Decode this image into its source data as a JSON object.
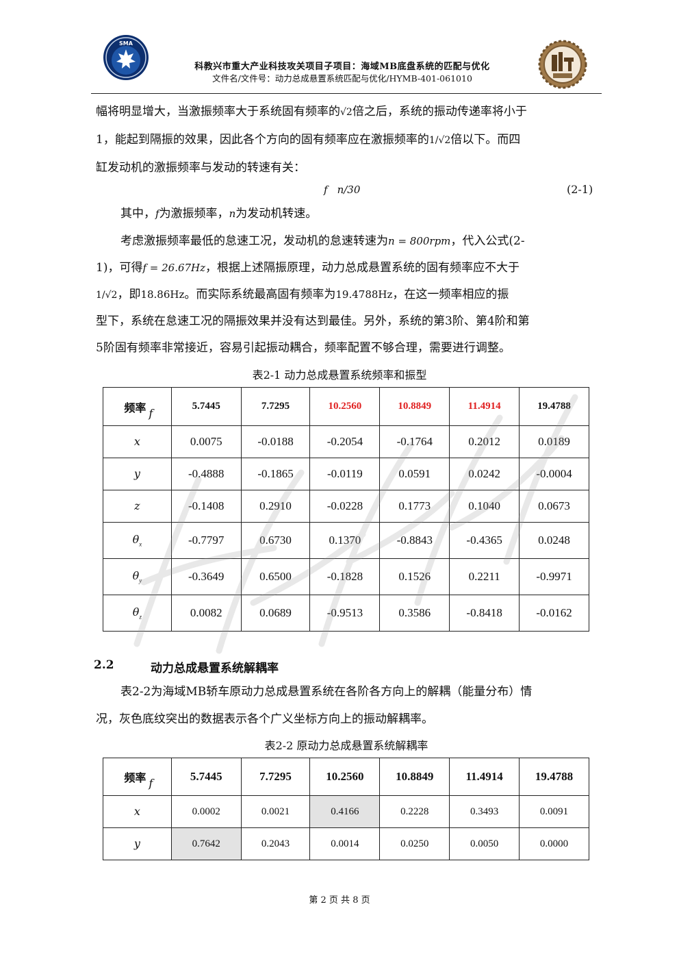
{
  "header": {
    "left_logo_letters": "SMA",
    "line1": "科教兴市重大产业科技攻关项目子项目：海域MB底盘系统的匹配与优化",
    "line2": "文件名/文件号：动力总成悬置系统匹配与优化/HYMB-401-061010"
  },
  "body": {
    "p1_a": "幅将明显增大，当激振频率大于系统固有频率的",
    "p1_sqrt2": "√2",
    "p1_b": "倍之后，系统的振动传递率将小于",
    "p2_a": "1，能起到隔振的效果，因此各个方向的固有频率应在激振频率的",
    "p2_frac": "1/√2",
    "p2_b": "倍以下。而四",
    "p3": "缸发动机的激振频率与发动的转速有关：",
    "eq_f": "f",
    "eq_rhs": "n/30",
    "eq_no": "(2-1)",
    "p4_a": "其中，",
    "p4_f": "f",
    "p4_b": "为激振频率，",
    "p4_n": "n",
    "p4_c": "为发动机转速。",
    "p5_a": "考虑激振频率最低的怠速工况，发动机的怠速转速为",
    "p5_n": "n",
    "p5_eq": " = 800rpm",
    "p5_b": "，代入公式(2-",
    "p6_a": "1)，可得",
    "p6_f": "f",
    "p6_eq": " = 26.67Hz",
    "p6_b": "，根据上述隔振原理，动力总成悬置系统的固有频率应不大于",
    "p7_frac": "1/√2",
    "p7_a": "，即",
    "p7_v1": "18.86Hz",
    "p7_b": "。而实际系统最高固有频率为",
    "p7_v2": "19.4788Hz",
    "p7_c": "，在这一频率相应的振",
    "p8": "型下，系统在怠速工况的隔振效果并没有达到最佳。另外，系统的第3阶、第4阶和第",
    "p9": "5阶固有频率非常接近，容易引起振动耦合，频率配置不够合理，需要进行调整。",
    "table1_caption": "表2-1 动力总成悬置系统频率和振型",
    "section_num": "2.2",
    "section_title": "动力总成悬置系统解耦率",
    "p10": "表2-2为海域MB轿车原动力总成悬置系统在各阶各方向上的解耦（能量分布）情",
    "p11": "况，灰色底纹突出的数据表示各个广义坐标方向上的振动解耦率。",
    "table2_caption": "表2-2 原动力总成悬置系统解耦率"
  },
  "table1": {
    "freq_label": "频率",
    "freq_sym": "f",
    "frequencies": [
      "5.7445",
      "7.7295",
      "10.2560",
      "10.8849",
      "11.4914",
      "19.4788"
    ],
    "highlight_color": "#e02020",
    "rows": [
      {
        "sym": "x",
        "sub": "",
        "values": [
          "0.0075",
          "-0.0188",
          "-0.2054",
          "-0.1764",
          "0.2012",
          "0.0189"
        ]
      },
      {
        "sym": "y",
        "sub": "",
        "values": [
          "-0.4888",
          "-0.1865",
          "-0.0119",
          "0.0591",
          "0.0242",
          "-0.0004"
        ]
      },
      {
        "sym": "z",
        "sub": "",
        "values": [
          "-0.1408",
          "0.2910",
          "-0.0228",
          "0.1773",
          "0.1040",
          "0.0673"
        ]
      },
      {
        "sym": "θ",
        "sub": "x",
        "values": [
          "-0.7797",
          "0.6730",
          "0.1370",
          "-0.8843",
          "-0.4365",
          "0.0248"
        ]
      },
      {
        "sym": "θ",
        "sub": "y",
        "values": [
          "-0.3649",
          "0.6500",
          "-0.1828",
          "0.1526",
          "0.2211",
          "-0.9971"
        ]
      },
      {
        "sym": "θ",
        "sub": "z",
        "values": [
          "0.0082",
          "0.0689",
          "-0.9513",
          "0.3586",
          "-0.8418",
          "-0.0162"
        ]
      }
    ]
  },
  "table2": {
    "freq_label": "频率",
    "freq_sym": "f",
    "frequencies": [
      "5.7445",
      "7.7295",
      "10.2560",
      "10.8849",
      "11.4914",
      "19.4788"
    ],
    "shade_color": "#e3e3e3",
    "rows": [
      {
        "sym": "x",
        "values": [
          "0.0002",
          "0.0021",
          "0.4166",
          "0.2228",
          "0.3493",
          "0.0091"
        ]
      },
      {
        "sym": "y",
        "values": [
          "0.7642",
          "0.2043",
          "0.0014",
          "0.0250",
          "0.0050",
          "0.0000"
        ]
      }
    ]
  },
  "footer": {
    "page": "第 2 页  共 8 页"
  }
}
